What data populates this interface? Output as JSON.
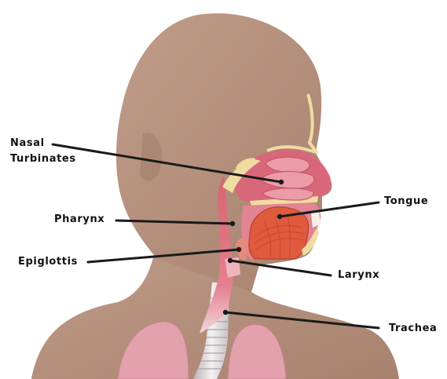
{
  "labels": {
    "nasal_line1": "Nasal",
    "nasal_line2": "Turbinates",
    "pharynx": "Pharynx",
    "epiglottis": "Epiglottis",
    "tongue": "Tongue",
    "larynx": "Larynx",
    "trachea": "Trachea"
  },
  "colors": {
    "skin": "#b3907d",
    "skin_shadow": "#9e7b68",
    "bone": "#f1dfa6",
    "tissue": "#dc6f7e",
    "tissue_light": "#eb9aa4",
    "tongue": "#dd6040",
    "lung": "#e5a3b0",
    "trachea": "#ece8ea",
    "leader": "#1a1a1a"
  }
}
